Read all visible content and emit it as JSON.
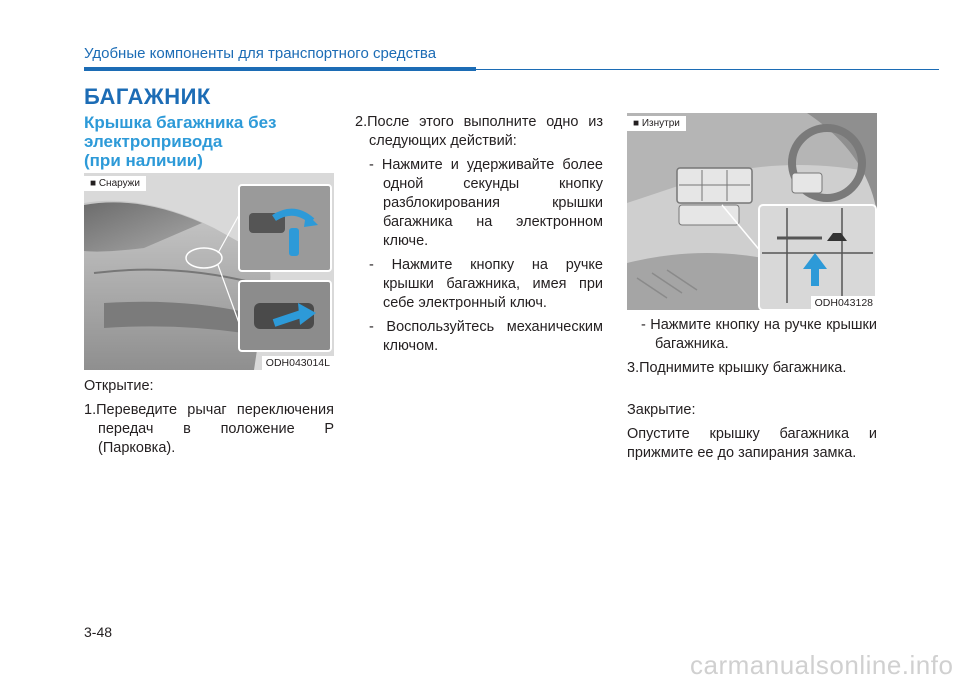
{
  "header": {
    "title": "Удобные компоненты для транспортного средства"
  },
  "section": {
    "title": "БАГАЖНИК",
    "subtitle_lines": [
      "Крышка багажника без",
      "электропривода",
      "(при наличии)"
    ]
  },
  "figure_outside": {
    "label": "■ Снаружи",
    "code": "ODH043014L"
  },
  "figure_inside": {
    "label": "■ Изнутри",
    "code": "ODH043128"
  },
  "col1": {
    "opening_heading": "Открытие:",
    "step1": "1.Переведите рычаг переключения передач в положение P (Парковка)."
  },
  "col2": {
    "step2": "2.После этого выполните одно из следующих действий:",
    "bullets": [
      "- Нажмите и удерживайте более одной секунды кнопку разблокирования крышки багажника на электронном ключе.",
      "- Нажмите кнопку на ручке крышки багажника, имея при себе электронный ключ.",
      "- Воспользуйтесь механическим ключом."
    ]
  },
  "col3": {
    "bullet": "- Нажмите кнопку на ручке крышки багажника.",
    "step3": "3.Поднимите крышку багажника.",
    "closing_heading": "Закрытие:",
    "closing_text": "Опустите крышку багажника и прижмите ее до запирания замка."
  },
  "footer": {
    "page_number": "3-48",
    "watermark": "carmanualsonline.info"
  },
  "colors": {
    "accent": "#1c6cb5",
    "subtitle": "#2d9ad8",
    "arrow": "#2d9ad8"
  }
}
